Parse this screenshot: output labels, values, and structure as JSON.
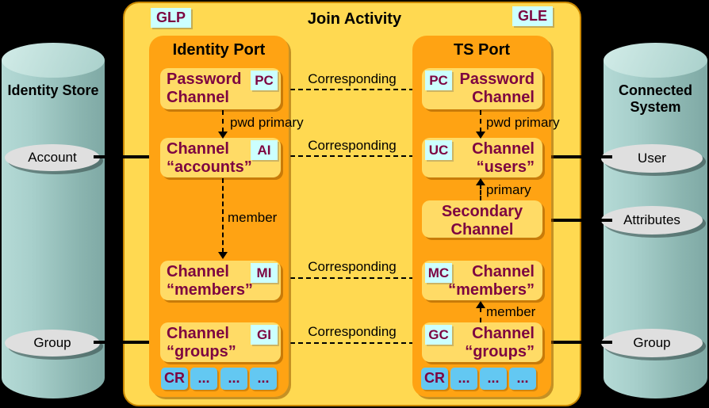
{
  "title": "Join Activity",
  "corner_tags": {
    "left": "GLP",
    "right": "GLE"
  },
  "identity_store": {
    "name": "Identity Store",
    "entities": {
      "account": "Account",
      "group": "Group"
    }
  },
  "connected_system": {
    "name": "Connected System",
    "entities": {
      "user": "User",
      "attributes": "Attributes",
      "group": "Group"
    }
  },
  "identity_port": {
    "name": "Identity Port",
    "password_channel": {
      "tag": "PC",
      "line1": "Password",
      "line2": "Channel"
    },
    "accounts_channel": {
      "tag": "AI",
      "line1": "Channel",
      "line2": "“accounts”"
    },
    "members_channel": {
      "tag": "MI",
      "line1": "Channel",
      "line2": "“members”"
    },
    "groups_channel": {
      "tag": "GI",
      "line1": "Channel",
      "line2": "“groups”"
    },
    "cr_row": {
      "cr": "CR",
      "dots": "..."
    }
  },
  "ts_port": {
    "name": "TS Port",
    "password_channel": {
      "tag": "PC",
      "line1": "Password",
      "line2": "Channel"
    },
    "users_channel": {
      "tag": "UC",
      "line1": "Channel",
      "line2": "“users”"
    },
    "secondary_channel": {
      "line1": "Secondary",
      "line2": "Channel"
    },
    "members_channel": {
      "tag": "MC",
      "line1": "Channel",
      "line2": "“members”"
    },
    "groups_channel": {
      "tag": "GC",
      "line1": "Channel",
      "line2": "“groups”"
    },
    "cr_row": {
      "cr": "CR",
      "dots": "..."
    }
  },
  "relationship_labels": {
    "corresponding": "Corresponding",
    "pwd_primary": "pwd primary",
    "member": "member",
    "primary": "primary"
  },
  "colors": {
    "background": "#000000",
    "activity_fill": "#FFD951",
    "port_fill": "#FFA313",
    "channel_fill": "#FFDB66",
    "tag_fill": "#CCFFFF",
    "text_maroon": "#7D0541",
    "cr_fill": "#63C8F2",
    "cylinder_fill": "#9AC4BF",
    "entity_ellipse_fill": "#DFDFDF"
  }
}
